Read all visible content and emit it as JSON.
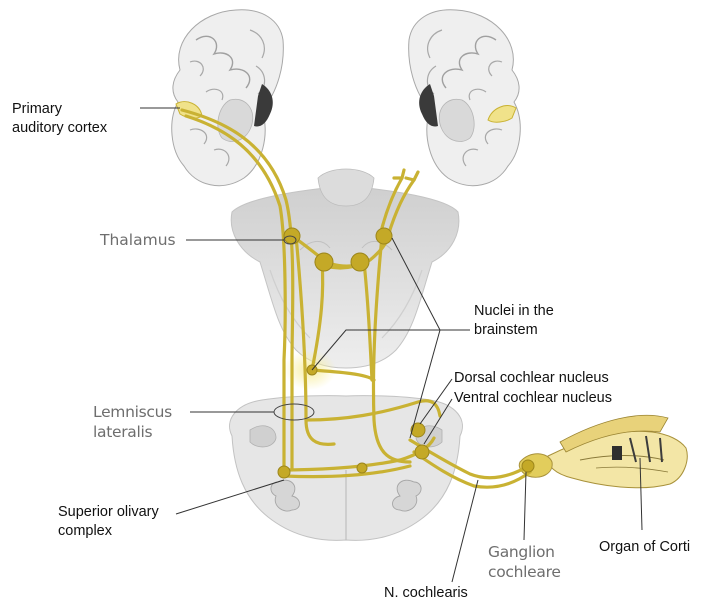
{
  "labels": {
    "primary_auditory_cortex": [
      "Primary",
      "auditory cortex"
    ],
    "thalamus": "Thalamus",
    "nuclei_in_brainstem": [
      "Nuclei in the",
      "brainstem"
    ],
    "dorsal_cochlear_nucleus": "Dorsal cochlear nucleus",
    "ventral_cochlear_nucleus": "Ventral cochlear nucleus",
    "lemniscus_lateralis": [
      "Lemniscus",
      "lateralis"
    ],
    "superior_olivary_complex": [
      "Superior olivary",
      "complex"
    ],
    "ganglion_cochleare": [
      "Ganglion",
      "cochleare"
    ],
    "organ_of_corti": "Organ of Corti",
    "n_cochlearis": "N. cochlearis"
  },
  "colors": {
    "pathway": "#c9b233",
    "pathway_highlight": "#f2e48a",
    "nucleus": "#b79e1e",
    "tissue_light": "#e9e9e9",
    "tissue_mid": "#d2d2d2",
    "tissue_dark": "#8c8c8c",
    "leader_line": "#333333"
  }
}
